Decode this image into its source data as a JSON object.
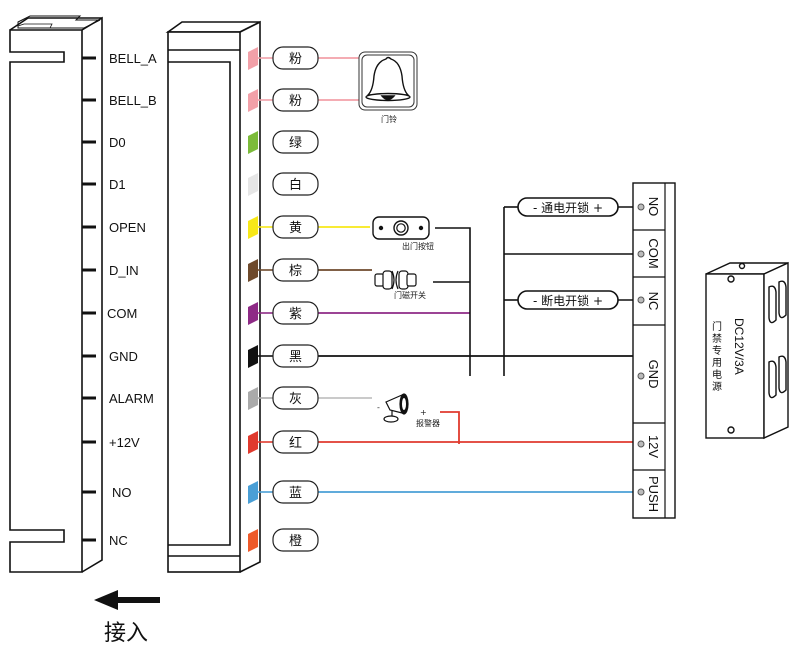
{
  "controller_pins": [
    {
      "label": "BELL_A"
    },
    {
      "label": "BELL_B"
    },
    {
      "label": "D0"
    },
    {
      "label": "D1"
    },
    {
      "label": "OPEN"
    },
    {
      "label": "D_IN"
    },
    {
      "label": "COM"
    },
    {
      "label": "GND"
    },
    {
      "label": "ALARM"
    },
    {
      "label": "+12V"
    },
    {
      "label": "NO"
    },
    {
      "label": "NC"
    }
  ],
  "wires": [
    {
      "label": "粉",
      "color": "#f2a0a8"
    },
    {
      "label": "粉",
      "color": "#f2a0a8"
    },
    {
      "label": "绿",
      "color": "#7cbb3a"
    },
    {
      "label": "白",
      "color": "#e6e6e6"
    },
    {
      "label": "黄",
      "color": "#f7e818"
    },
    {
      "label": "棕",
      "color": "#6e4a2c"
    },
    {
      "label": "紫",
      "color": "#8e2a86"
    },
    {
      "label": "黑",
      "color": "#111111"
    },
    {
      "label": "灰",
      "color": "#aaaaaa"
    },
    {
      "label": "红",
      "color": "#e03a2e"
    },
    {
      "label": "蓝",
      "color": "#4a9fd6"
    },
    {
      "label": "橙",
      "color": "#ee5a2a"
    }
  ],
  "devices": {
    "doorbell": {
      "label": "门铃"
    },
    "exit_button": {
      "label": "出门按钮"
    },
    "door_sensor": {
      "label": "门磁开关"
    },
    "alarm": {
      "label": "报警器",
      "minus": "-",
      "plus": "+"
    }
  },
  "locks": {
    "power_on_unlock": "- 通电开锁 +",
    "power_off_unlock": "- 断电开锁 +"
  },
  "terminals": [
    {
      "label": "NO"
    },
    {
      "label": "COM"
    },
    {
      "label": "NC"
    },
    {
      "label": "GND"
    },
    {
      "label": "12V"
    },
    {
      "label": "PUSH"
    }
  ],
  "power_supply": {
    "rating": "DC12V/3A",
    "name": "门禁专用电源"
  },
  "arrow": {
    "label": "接入"
  }
}
